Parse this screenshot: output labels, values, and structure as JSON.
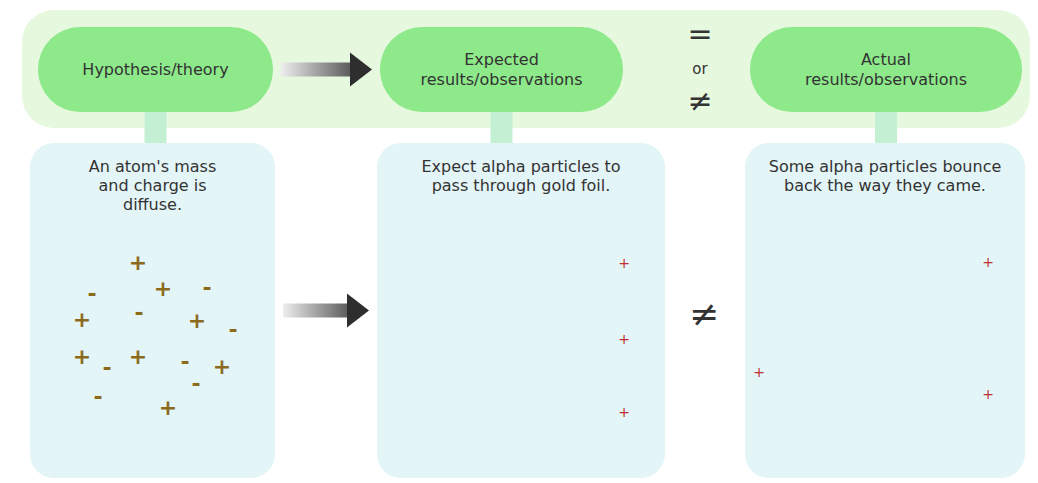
{
  "diagram": {
    "nodes": [
      {
        "text": [
          "Hypothesis/theory"
        ]
      },
      {
        "text": [
          "Expected results/observations"
        ]
      },
      {
        "text": [
          "Actual results/observations"
        ]
      },
      {
        "text": [
          "An atom's mass and charge is diffuse."
        ]
      },
      {
        "text": [
          "Expect alpha particles to pass through gold foil."
        ]
      },
      {
        "text": [
          "Some alpha particles bounce back the way they came."
        ]
      }
    ],
    "edges": [
      {
        "from": 0,
        "to": 1,
        "arrow": "to"
      },
      {
        "from": 0,
        "to": 3,
        "arrow": "none"
      },
      {
        "from": 1,
        "to": 4,
        "arrow": "none"
      },
      {
        "from": 2,
        "to": 5,
        "arrow": "none"
      },
      {
        "from": 3,
        "to": 4,
        "arrow": "to"
      }
    ],
    "labels": [
      "=",
      "or",
      "≠",
      "≠",
      "+",
      "-",
      "+",
      "-",
      "+",
      "-",
      "+",
      "-",
      "+",
      "-",
      "+",
      "-",
      "+",
      "-",
      "-",
      "+",
      "+",
      "+",
      "+",
      "+",
      "+",
      "+"
    ]
  }
}
